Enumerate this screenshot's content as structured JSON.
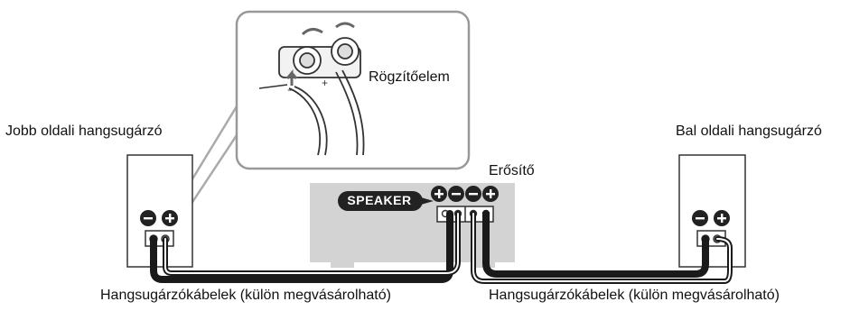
{
  "labels": {
    "right_speaker": "Jobb oldali hangsugárzó",
    "left_speaker": "Bal oldali hangsugárzó",
    "amplifier": "Erősítő",
    "speaker_terminal": "SPEAKER",
    "fixing_part": "Rögzítőelem",
    "cable_right": "Hangsugárzókábelek (külön megvásárolható)",
    "cable_left": "Hangsugárzókábelek (külön megvásárolható)"
  },
  "colors": {
    "amplifier_body": "#d3d3d3",
    "badge": "#222222",
    "cable": "#1a1a1a",
    "callout_border": "#999999"
  }
}
